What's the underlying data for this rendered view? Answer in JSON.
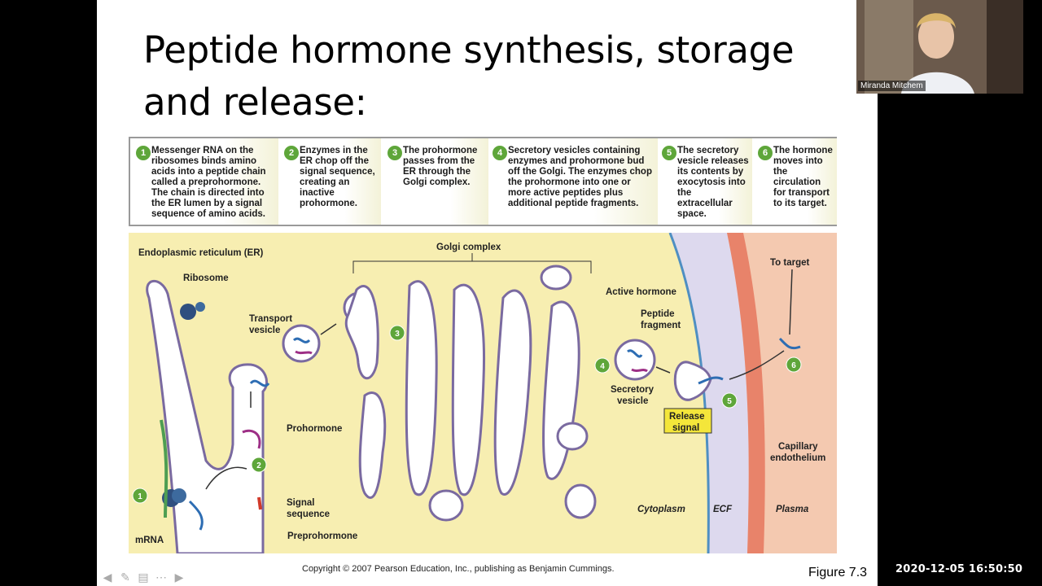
{
  "slide": {
    "title_line1": "Peptide hormone synthesis, storage",
    "title_line2": "and release:",
    "copyright": "Copyright © 2007 Pearson Education, Inc., publishing as Benjamin Cummings.",
    "figure": "Figure 7.3"
  },
  "steps": [
    {
      "num": "1",
      "text": "Messenger RNA on the ribosomes binds amino acids into a peptide chain called a preprohormone. The chain is directed into the ER lumen by a signal sequence of amino acids."
    },
    {
      "num": "2",
      "text": "Enzymes in the ER chop off the signal sequence, creating an inactive prohormone."
    },
    {
      "num": "3",
      "text": "The prohormone passes from the ER through the Golgi complex."
    },
    {
      "num": "4",
      "text": "Secretory vesicles containing enzymes and prohormone bud off the Golgi. The enzymes chop the prohormone into one or more active peptides plus additional peptide fragments."
    },
    {
      "num": "5",
      "text": "The secretory vesicle releases its contents by exocytosis into the extracellular space."
    },
    {
      "num": "6",
      "text": "The hormone moves into the circulation for transport to its target."
    }
  ],
  "diagram": {
    "er": "Endoplasmic reticulum (ER)",
    "ribosome": "Ribosome",
    "transport1": "Transport",
    "transport2": "vesicle",
    "golgi": "Golgi complex",
    "active_hormone": "Active hormone",
    "peptide1": "Peptide",
    "peptide2": "fragment",
    "to_target": "To target",
    "prohormone": "Prohormone",
    "secretory1": "Secretory",
    "secretory2": "vesicle",
    "release1": "Release",
    "release2": "signal",
    "capillary1": "Capillary",
    "capillary2": "endothelium",
    "signal1": "Signal",
    "signal2": "sequence",
    "preprohormone": "Preprohormone",
    "mrna": "mRNA",
    "cytoplasm": "Cytoplasm",
    "ecf": "ECF",
    "plasma": "Plasma",
    "b1": "1",
    "b2": "2",
    "b3": "3",
    "b4": "4",
    "b5": "5",
    "b6": "6"
  },
  "video": {
    "participant_name": "Miranda Mitchem"
  },
  "timestamp": "2020-12-05  16:50:50",
  "colors": {
    "cytoplasm": "#f7eeb1",
    "ecf": "#ddd9ee",
    "plasma": "#f4c9b0",
    "badge": "#5ea63a",
    "membrane": "#7a6aa0"
  }
}
